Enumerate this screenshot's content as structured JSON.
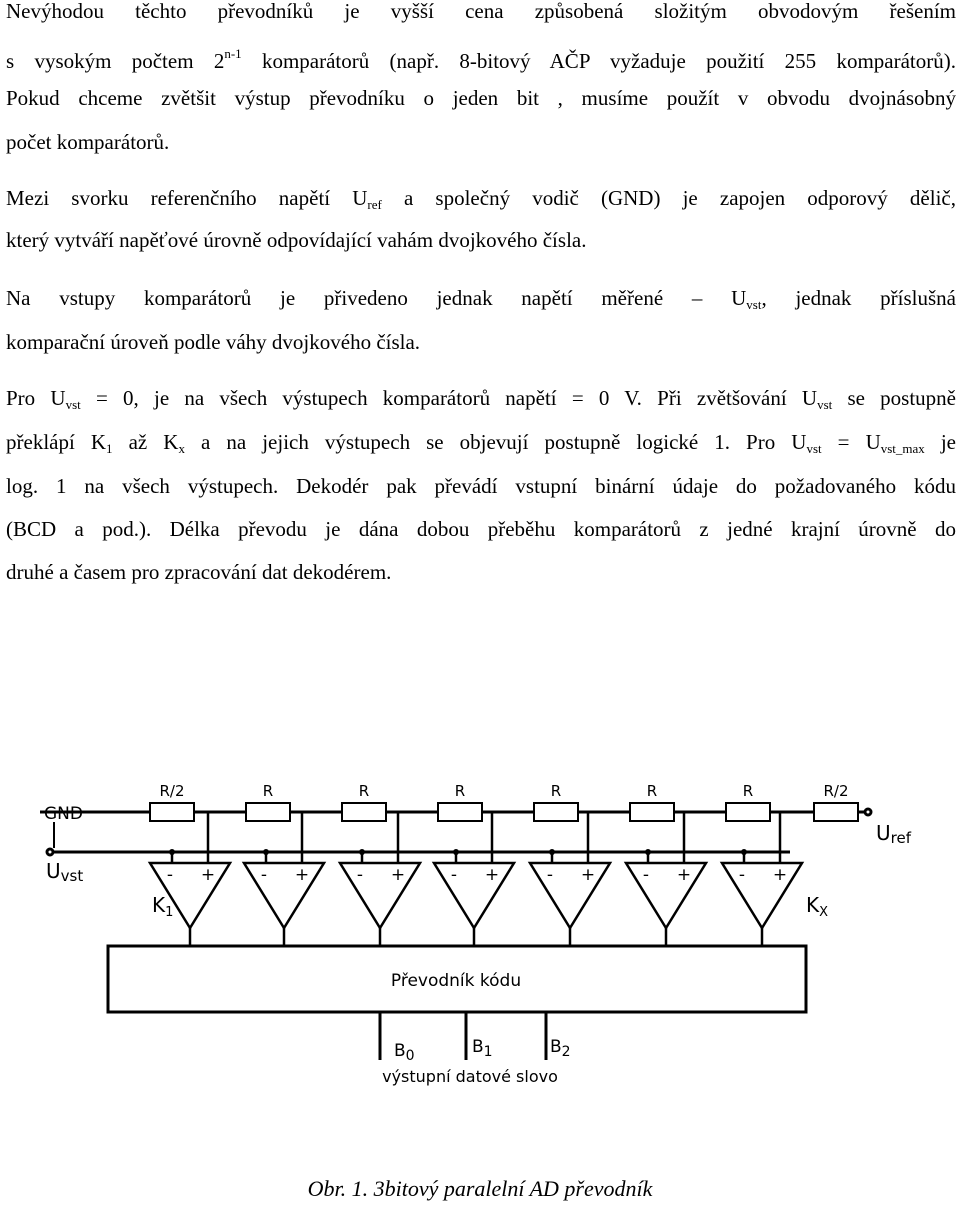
{
  "para1": {
    "line1": "Nevýhodou těchto převodníků je vyšší cena způsobená složitým obvodovým řešením",
    "line2_a": "s vysokým počtem 2",
    "line2_sup": "n-1",
    "line2_b": " komparátorů (např. 8-bitový AČP vyžaduje použití 255 komparátorů).",
    "line3": "Pokud chceme zvětšit výstup převodníku o jeden bit , musíme použít v obvodu dvojnásobný",
    "line4": "počet komparátorů."
  },
  "para2": {
    "line1_a": "Mezi svorku referenčního napětí U",
    "line1_sub": "ref",
    "line1_b": " a společný vodič (GND) je zapojen odporový dělič,",
    "line2": "který vytváří napěťové úrovně odpovídající vahám dvojkového čísla."
  },
  "para3": {
    "line1_a": "Na vstupy komparátorů je přivedeno jednak napětí měřené – U",
    "line1_sub": "vst",
    "line1_b": ", jednak příslušná",
    "line2": "komparační úroveň podle váhy dvojkového čísla."
  },
  "para4": {
    "l1_a": "Pro U",
    "l1_sub1": "vst",
    "l1_b": " = 0, je na všech výstupech komparátorů napětí = 0 V. Při zvětšování U",
    "l1_sub2": "vst",
    "l1_c": " se postupně",
    "l2_a": "překlápí K",
    "l2_sub1": "1",
    "l2_b": " až K",
    "l2_sub2": "x",
    "l2_c": " a na jejich výstupech se objevují postupně logické 1. Pro U",
    "l2_sub3": "vst",
    "l2_d": " = U",
    "l2_sub4": "vst_max",
    "l2_e": " je",
    "l3": "log. 1 na všech výstupech. Dekodér pak převádí vstupní binární údaje do požadovaného kódu",
    "l4": "(BCD a pod.). Délka převodu je dána dobou přeběhu komparátorů z jedné krajní úrovně do",
    "l5": "druhé a časem pro zpracování dat dekodérem."
  },
  "diagram": {
    "gnd": "GND",
    "uvst_main": "U",
    "uvst_sub": "vst",
    "uref_main": "U",
    "uref_sub": "ref",
    "resistors": [
      "R/2",
      "R",
      "R",
      "R",
      "R",
      "R",
      "R",
      "R/2"
    ],
    "k1_main": "K",
    "k1_sub": "1",
    "kx_main": "K",
    "kx_sub": "X",
    "minus": "-",
    "plus": "+",
    "decoder": "Převodník kódu",
    "outputs": [
      {
        "main": "B",
        "sub": "0"
      },
      {
        "main": "B",
        "sub": "1"
      },
      {
        "main": "B",
        "sub": "2"
      }
    ],
    "output_label": "výstupní datové slovo"
  },
  "caption": "Obr. 1. 3bitový paralelní AD převodník"
}
